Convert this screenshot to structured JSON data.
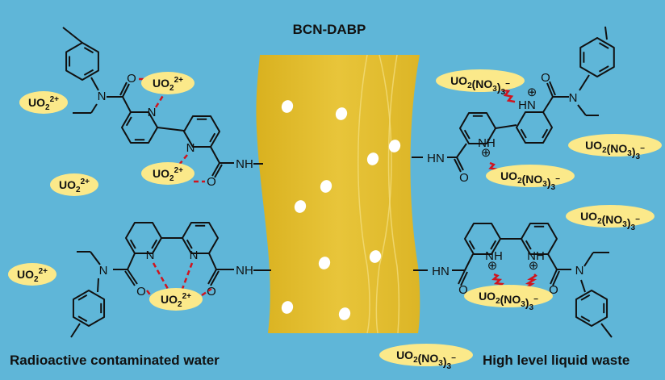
{
  "title": "BCN-DABP",
  "left_label": "Radioactive contaminated water",
  "right_label": "High level liquid waste",
  "colors": {
    "background": "#5fb6d8",
    "membrane": "#e2bb2c",
    "ion_fill": "#fbe98a",
    "interaction": "#d0141e"
  },
  "uranyl_ion": [
    {
      "t": "UO"
    },
    {
      "t": "2",
      "sub": true
    },
    {
      "t": "2+",
      "sup": true
    }
  ],
  "nitrate_complex": [
    {
      "t": "UO"
    },
    {
      "t": "2",
      "sub": true
    },
    {
      "t": "(NO"
    },
    {
      "t": "3",
      "sub": true
    },
    {
      "t": ")"
    },
    {
      "t": "3",
      "sub": true
    },
    {
      "t": "−",
      "sup": true
    }
  ],
  "atoms": {
    "N": "N",
    "O": "O",
    "NH": "NH",
    "HN": "HN",
    "plus": "⊕"
  }
}
